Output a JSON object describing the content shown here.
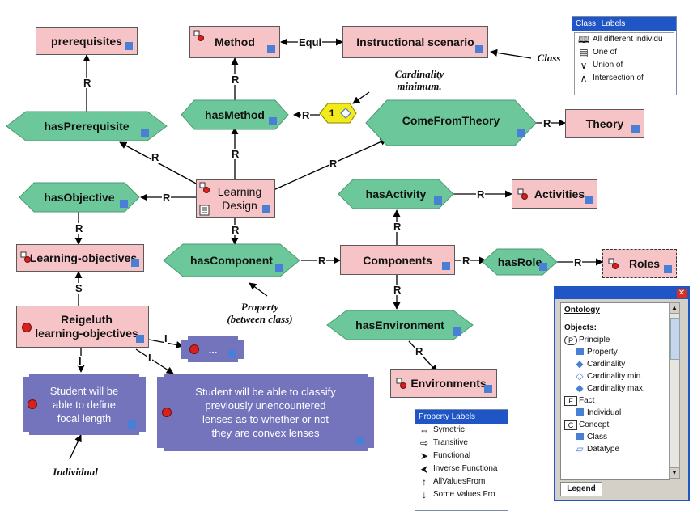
{
  "nodes": {
    "prerequisites": "prerequisites",
    "method": "Method",
    "instructional_scenario": "Instructional scenario",
    "theory": "Theory",
    "learning_design": "Learning\nDesign",
    "activities": "Activities",
    "learning_objectives": "Learning-objectives",
    "components": "Components",
    "roles": "Roles",
    "reigeluth": "Reigeluth\nlearning-objectives",
    "ellipsis_individual": "...",
    "environments": "Environments",
    "student_focal": "Student will be\nable to define\nfocal length",
    "student_classify": "Student will be able to classify\npreviously unencountered\nlenses as to whether or not\nthey are convex lenses"
  },
  "properties": {
    "has_prerequisite": "hasPrerequisite",
    "has_method": "hasMethod",
    "come_from_theory": "ComeFromTheory",
    "has_objective": "hasObjective",
    "has_activity": "hasActivity",
    "has_component": "hasComponent",
    "has_role": "hasRole",
    "has_environment": "hasEnvironment"
  },
  "cardinality_value": "1",
  "edge_labels": {
    "r": "R",
    "s": "S",
    "i": "I",
    "equi": "Equi"
  },
  "annotations": {
    "class": "Class",
    "cardinality_min": "Cardinality\nminimum.",
    "property_between": "Property\n(between class)",
    "individual": "Individual"
  },
  "class_labels_panel": {
    "title_a": "Class",
    "title_b": "Labels",
    "rows": [
      "All different individu",
      "One of",
      "Union of",
      "Intersection of"
    ]
  },
  "property_labels_panel": {
    "title": "Property Labels",
    "rows": [
      "Symetric",
      "Transitive",
      "Functional",
      "Inverse Functiona",
      "AllValuesFrom",
      "Some Values Fro"
    ]
  },
  "ontology_panel": {
    "heading": "Ontology",
    "objects": "Objects:",
    "rows": [
      "Principle",
      "Property",
      "Cardinality",
      "Cardinality min.",
      "Cardinality max.",
      "Fact",
      "Individual",
      "Concept",
      "Class",
      "Datatype"
    ],
    "tab": "Legend"
  },
  "colors": {
    "class_fill": "#f6c4c6",
    "property_fill": "#6cc89a",
    "individual_fill": "#7474bc",
    "cardinality_fill": "#f2ea1a",
    "marker_blue": "#4a7fd6"
  }
}
